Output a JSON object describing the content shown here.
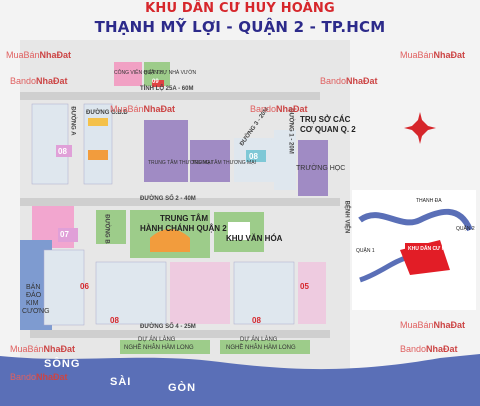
{
  "header": {
    "title": "KHU DÂN CƯ HUY HOÀNG",
    "subtitle": "THẠNH MỸ LỢI - QUẬN 2 - TP.HCM"
  },
  "labels": {
    "tinh_lo": "TỈNH LỘ 25A - 60M",
    "duong_2_40": "ĐƯỜNG SỐ 2 - 40M",
    "duong_4_25": "ĐƯỜNG SỐ 4 - 25M",
    "duong_a": "ĐƯỜNG A",
    "duong_b": "ĐƯỜNG B",
    "duong_3": "ĐƯỜNG 3 - 20M",
    "duong_1": "ĐƯỜNG 1 - 20M",
    "duong_gbd": "ĐƯỜNG G.B.Đ",
    "truso_1": "TRỤ SỞ CÁC",
    "truso_2": "CƠ QUAN Q. 2",
    "truong_hoc": "TRƯỜNG HỌC",
    "benh_vien": "BỆNH VIỆN",
    "trung_tam_1": "TRUNG TÂM",
    "trung_tam_2": "HÀNH CHÁNH QUẬN 2",
    "khu_van_hoa": "KHU VĂN HÓA",
    "tttm_1": "TRUNG TÂM THƯƠNG MẠI",
    "tttm_2": "TRUNG TÂM THƯƠNG MẠI",
    "cong_vien": "CÔNG VIÊN QUẬN 2",
    "biet_thu": "BIỆT THỰ NHÀ VƯỜN",
    "ban_dao_1": "BÁN",
    "ban_dao_2": "ĐẢO",
    "ban_dao_3": "KIM",
    "ban_dao_4": "CƯƠNG",
    "du_an_1": "DỰ ÁN LÀNG",
    "du_an_2": "NGHỀ NHÂN HÀM LONG",
    "du_an_3": "DỰ ÁN LÀNG",
    "du_an_4": "NGHỀ NHÂN HÀM LONG",
    "song": "SÔNG",
    "sai": "SÀI",
    "gon": "GÒN",
    "khu_vuc": "KHU DÂN CƯ HUY HOÀNG",
    "quan1": "QUẬN 1",
    "quan2": "QUẬN 2",
    "thanh_da": "THANH ĐA"
  },
  "blocks": {
    "b09": "09",
    "b08a": "08",
    "b08b": "08",
    "b07": "07",
    "b06": "06",
    "b08c": "08",
    "b08d": "08",
    "b05": "05"
  },
  "watermark": {
    "brand_a": "MuaBán",
    "brand_b": "NhaĐat",
    "brand_c": "Bando",
    "brand_d": "NhaĐat"
  },
  "colors": {
    "title_red": "#d6262b",
    "title_blue": "#2c2a8a",
    "river": "#5a6fb7",
    "park_green": "#9dcc8a",
    "commercial_purple": "#a08bc4",
    "residential_blue": "#7ec8d6"
  }
}
